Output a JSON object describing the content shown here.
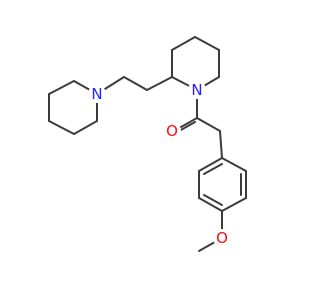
{
  "molecule": {
    "atoms": {
      "piperidine_nitrogen": {
        "symbol": "N",
        "color": "#2222ff"
      },
      "ring_nitrogen": {
        "symbol": "N",
        "color": "#2222ff"
      },
      "carbonyl_oxygen": {
        "symbol": "O",
        "color": "#ff0d0d"
      },
      "ether_oxygen": {
        "symbol": "O",
        "color": "#ff0d0d"
      }
    },
    "bond_color": "#3c3c3c",
    "background": "#ffffff"
  }
}
